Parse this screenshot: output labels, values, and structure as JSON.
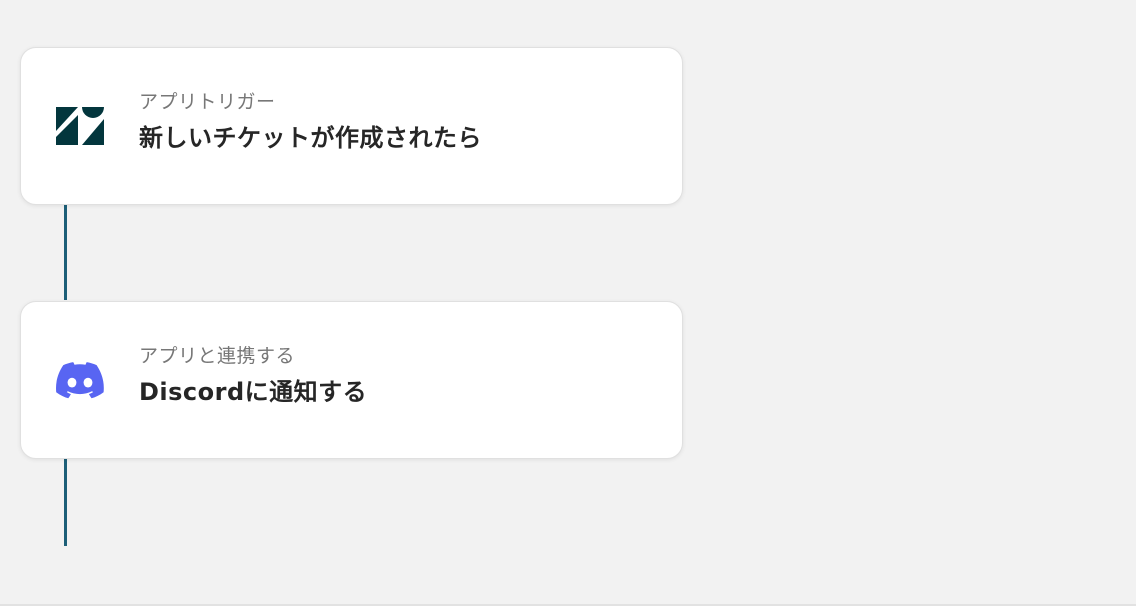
{
  "flow": {
    "steps": [
      {
        "label": "アプリトリガー",
        "title": "新しいチケットが作成されたら",
        "icon": "zendesk-icon",
        "icon_color": "#03363d"
      },
      {
        "label": "アプリと連携する",
        "title": "Discordに通知する",
        "icon": "discord-icon",
        "icon_color": "#5865f2"
      }
    ],
    "connector_color": "#1d5f78"
  }
}
